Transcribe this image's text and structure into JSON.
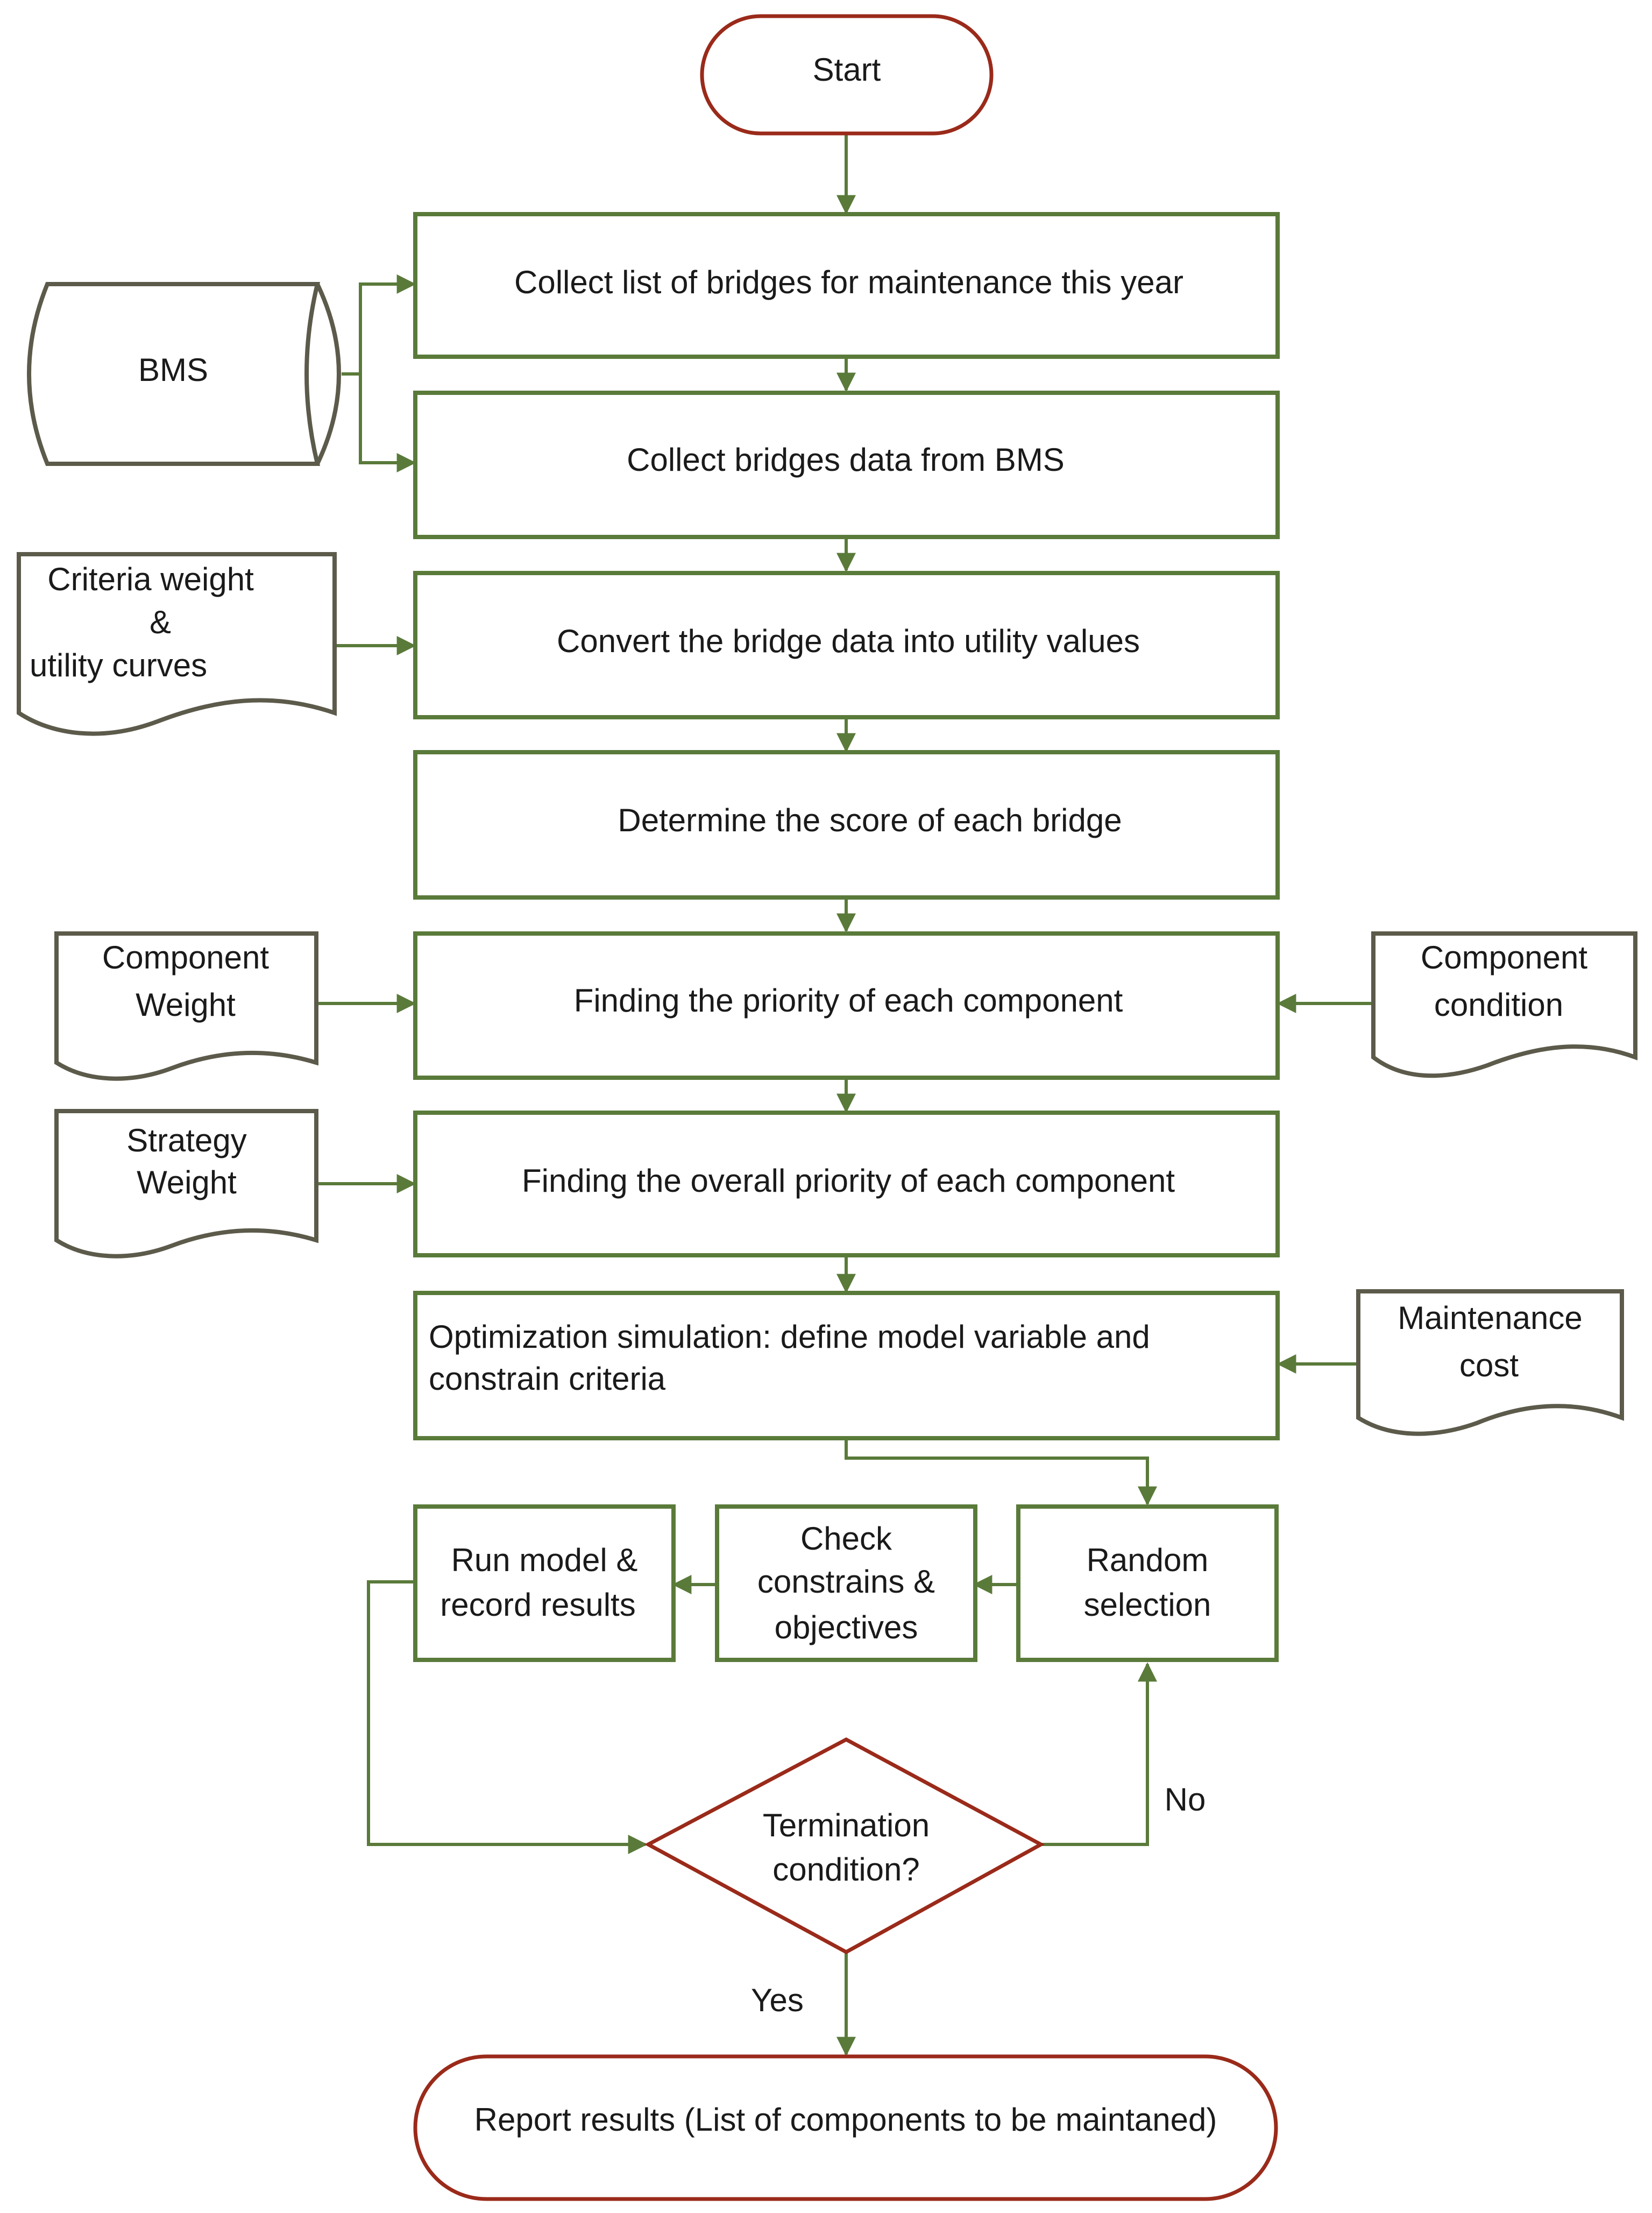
{
  "colors": {
    "process_stroke": "#5a7a3a",
    "terminal_stroke": "#9a2a1a",
    "document_stroke": "#5c5a4a",
    "arrow": "#5a7a3a",
    "text": "#1a1a1a",
    "background": "#ffffff"
  },
  "start": {
    "label": "Start"
  },
  "steps": {
    "collect_list": "Collect list of bridges for maintenance this year",
    "collect_data": "Collect bridges data from BMS",
    "convert": "Convert the bridge data into utility values",
    "score": "Determine the score of each bridge",
    "priority_component": "Finding the priority of each component",
    "overall_priority": "Finding the overall priority of each component",
    "optimization_line1": "Optimization simulation: define model variable and",
    "optimization_line2": "constrain criteria",
    "random_line1": "Random",
    "random_line2": "selection",
    "check_line1": "Check",
    "check_line2": "constrains &",
    "check_line3": "objectives",
    "run_line1": "Run model &",
    "run_line2": "record results"
  },
  "inputs": {
    "bms": "BMS",
    "criteria_line1": "Criteria weight",
    "criteria_line2": "&",
    "criteria_line3": "utility curves",
    "component_weight_line1": "Component",
    "component_weight_line2": "Weight",
    "component_condition_line1": "Component",
    "component_condition_line2": "condition",
    "strategy_weight_line1": "Strategy",
    "strategy_weight_line2": "Weight",
    "maintenance_cost_line1": "Maintenance",
    "maintenance_cost_line2": "cost"
  },
  "decision": {
    "line1": "Termination",
    "line2": "condition?",
    "no_label": "No",
    "yes_label": "Yes"
  },
  "end": {
    "label": "Report results  (List of components to be maintaned)"
  }
}
